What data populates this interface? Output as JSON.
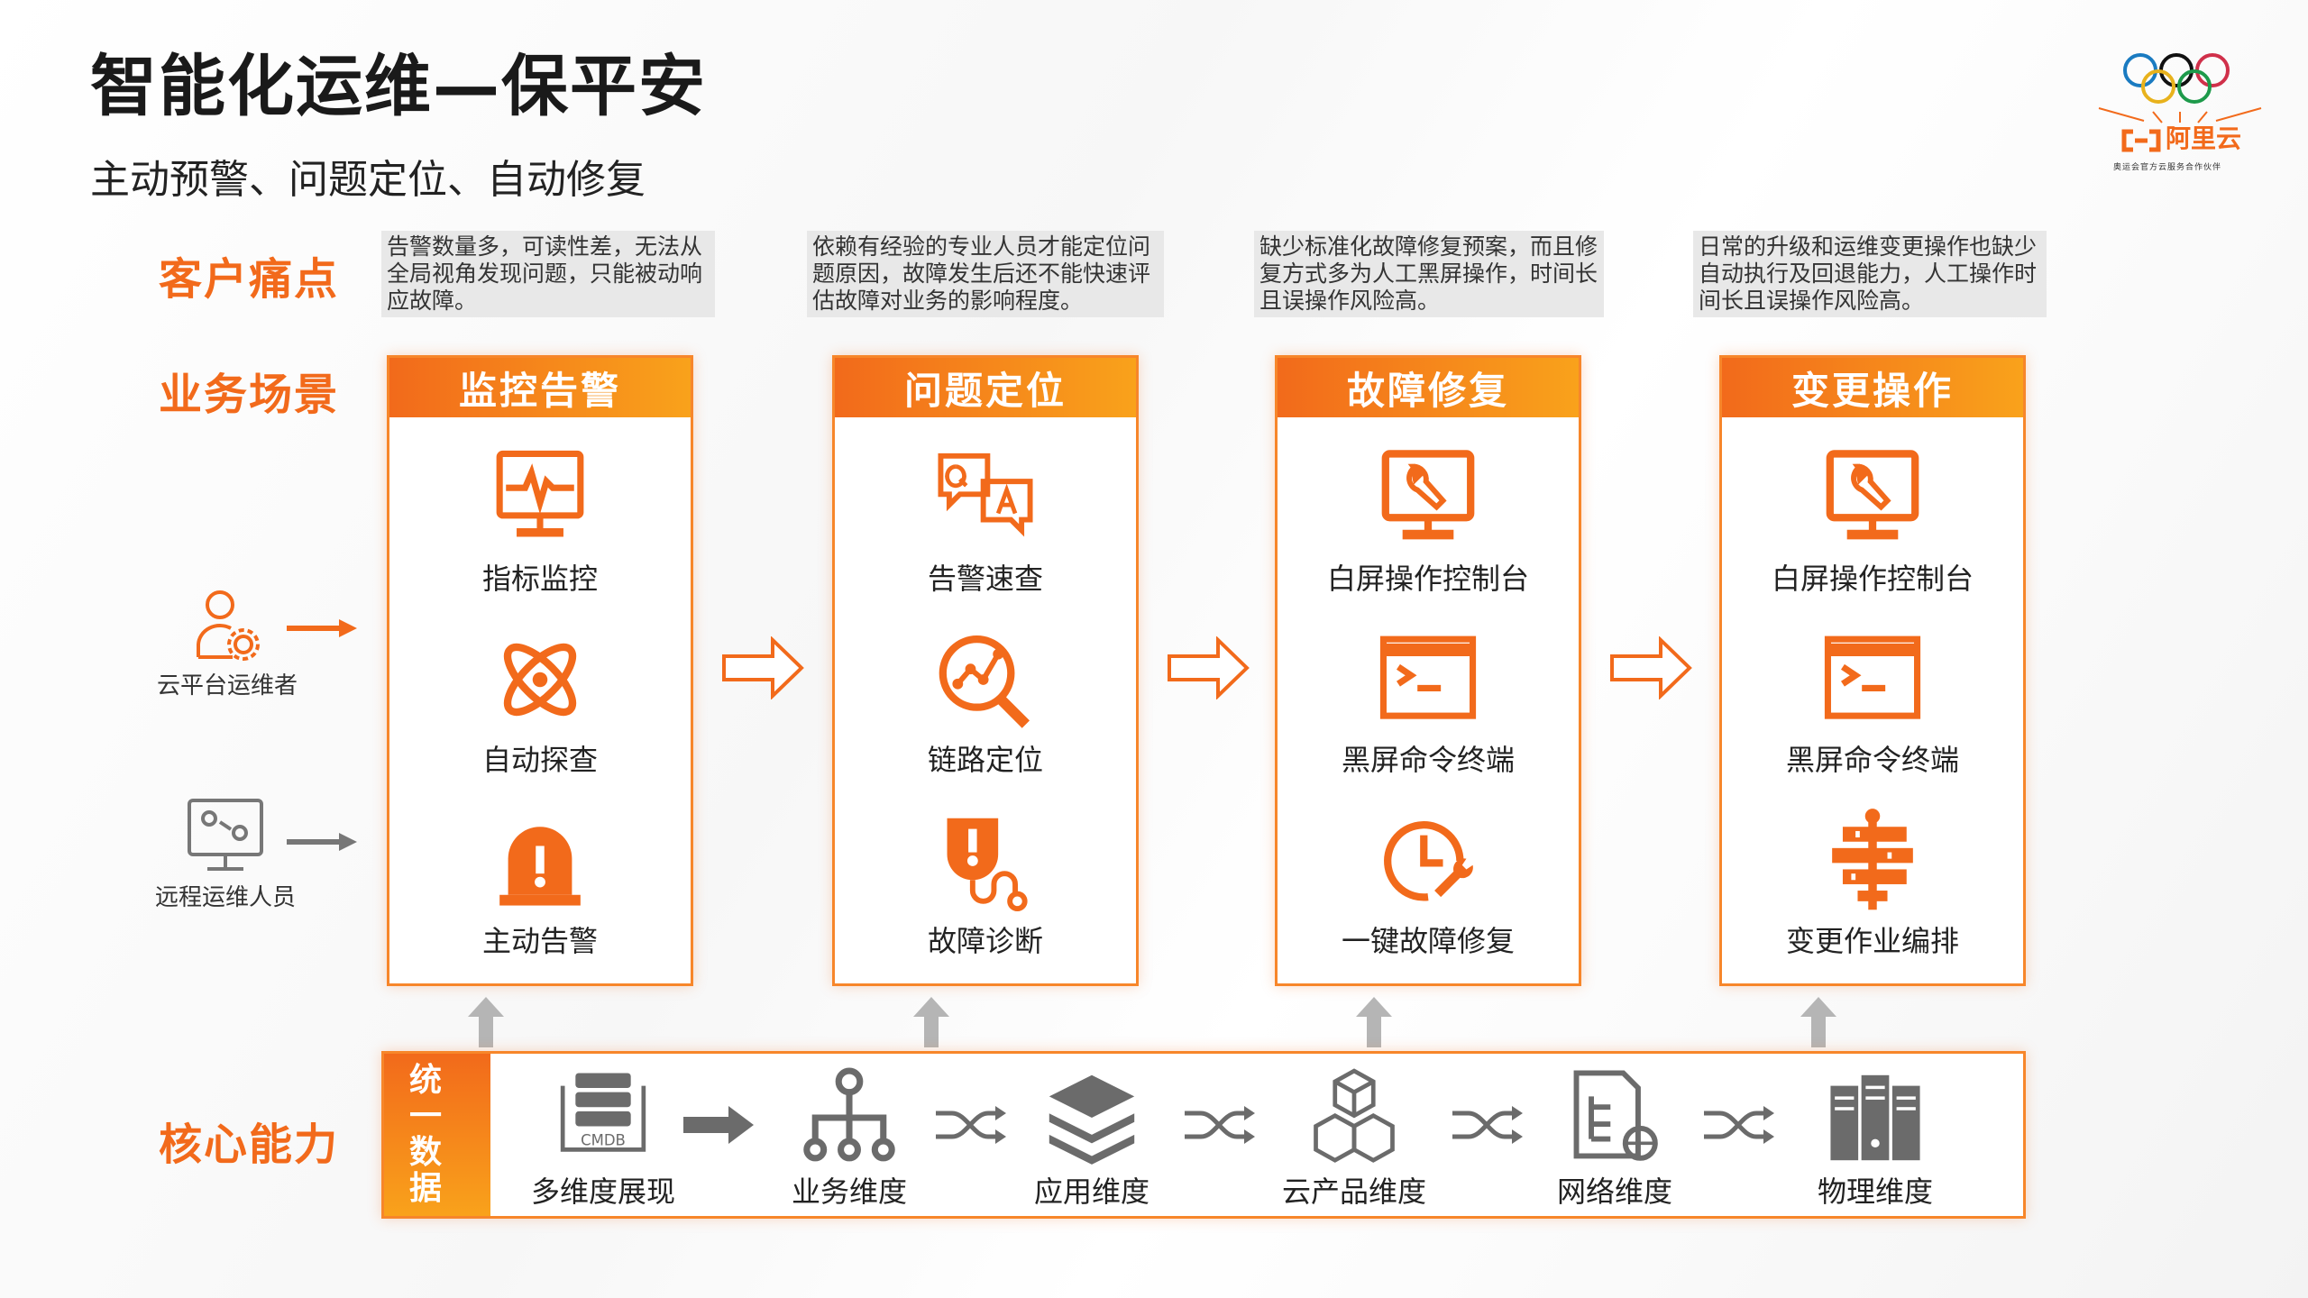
{
  "header": {
    "title": "智能化运维—保平安",
    "subtitle": "主动预警、问题定位、自动修复"
  },
  "logo": {
    "brand": "阿里云",
    "tagline": "奥运会官方云服务合作伙伴"
  },
  "side_labels": {
    "pain_points": "客户痛点",
    "scenarios": "业务场景",
    "core": "核心能力"
  },
  "personas": [
    {
      "label": "云平台运维者",
      "icon": "user-gear-icon"
    },
    {
      "label": "远程运维人员",
      "icon": "remote-monitor-icon"
    }
  ],
  "columns": [
    {
      "pain": "告警数量多，可读性差，无法从全局视角发现问题，只能被动响应故障。",
      "title": "监控告警",
      "items": [
        {
          "label": "指标监控",
          "icon": "monitor-pulse"
        },
        {
          "label": "自动探查",
          "icon": "atom"
        },
        {
          "label": "主动告警",
          "icon": "alarm"
        }
      ]
    },
    {
      "pain": "依赖有经验的专业人员才能定位问题原因，故障发生后还不能快速评估故障对业务的影响程度。",
      "title": "问题定位",
      "items": [
        {
          "label": "告警速查",
          "icon": "qa"
        },
        {
          "label": "链路定位",
          "icon": "chain-search"
        },
        {
          "label": "故障诊断",
          "icon": "shield-stethoscope"
        }
      ]
    },
    {
      "pain": "缺少标准化故障修复预案，而且修复方式多为人工黑屏操作，时间长且误操作风险高。",
      "title": "故障修复",
      "items": [
        {
          "label": "白屏操作控制台",
          "icon": "wrench-monitor"
        },
        {
          "label": "黑屏命令终端",
          "icon": "terminal"
        },
        {
          "label": "一键故障修复",
          "icon": "clock-wrench"
        }
      ]
    },
    {
      "pain": "日常的升级和运维变更操作也缺少自动执行及回退能力，人工操作时间长且误操作风险高。",
      "title": "变更操作",
      "items": [
        {
          "label": "白屏操作控制台",
          "icon": "wrench-monitor"
        },
        {
          "label": "黑屏命令终端",
          "icon": "terminal"
        },
        {
          "label": "变更作业编排",
          "icon": "orchestration"
        }
      ]
    }
  ],
  "core": {
    "unify_label": [
      "统",
      "一",
      "数",
      "据"
    ],
    "cmdb_text": "CMDB",
    "dimensions": [
      {
        "label": "多维度展现",
        "icon": "cmdb"
      },
      {
        "label": "业务维度",
        "icon": "org-tree"
      },
      {
        "label": "应用维度",
        "icon": "layers"
      },
      {
        "label": "云产品维度",
        "icon": "cubes"
      },
      {
        "label": "网络维度",
        "icon": "network-doc"
      },
      {
        "label": "物理维度",
        "icon": "servers"
      }
    ]
  },
  "colors": {
    "accent": "#f26a1b",
    "accent_light": "#f9a21b",
    "gray_icon": "#6b6b6b"
  }
}
